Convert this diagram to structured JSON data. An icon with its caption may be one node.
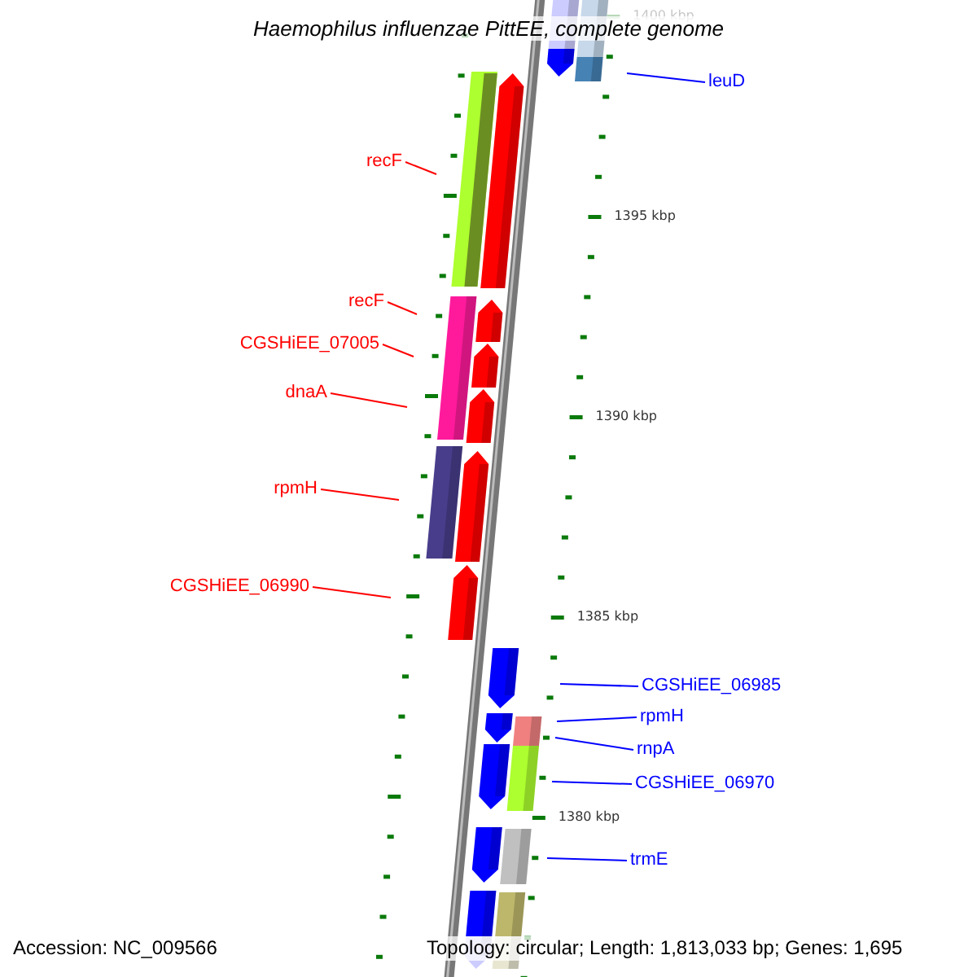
{
  "diagram": {
    "title": "Haemophilus influenzae PittEE, complete genome",
    "nodes": [
      {
        "text": [
          "recF"
        ]
      },
      {
        "text": [
          "recF"
        ]
      },
      {
        "text": [
          "CGSHiEE_07005"
        ]
      },
      {
        "text": [
          "dnaA"
        ]
      },
      {
        "text": [
          "rpmH"
        ]
      },
      {
        "text": [
          "CGSHiEE_06990"
        ]
      },
      {
        "text": [
          "leuD"
        ]
      },
      {
        "text": [
          "CGSHiEE_06985"
        ]
      },
      {
        "text": [
          "rpmH"
        ]
      },
      {
        "text": [
          "rnpA"
        ]
      },
      {
        "text": [
          "CGSHiEE_06970"
        ]
      },
      {
        "text": [
          "trmE"
        ]
      }
    ],
    "edges": [
      {
        "from": 0,
        "to": null,
        "arrow": "none"
      },
      {
        "from": 1,
        "to": null,
        "arrow": "none"
      },
      {
        "from": 2,
        "to": null,
        "arrow": "none"
      },
      {
        "from": 3,
        "to": null,
        "arrow": "none"
      },
      {
        "from": 4,
        "to": null,
        "arrow": "none"
      },
      {
        "from": 5,
        "to": null,
        "arrow": "none"
      },
      {
        "from": 6,
        "to": null,
        "arrow": "none",
        "color": "#0000ff"
      },
      {
        "from": 7,
        "to": null,
        "arrow": "none",
        "color": "#0000ff"
      },
      {
        "from": 8,
        "to": null,
        "arrow": "none",
        "color": "#0000ff"
      },
      {
        "from": 9,
        "to": null,
        "arrow": "none",
        "color": "#0000ff"
      },
      {
        "from": 10,
        "to": null,
        "arrow": "none",
        "color": "#0000ff"
      },
      {
        "from": 11,
        "to": null,
        "arrow": "none",
        "color": "#0000ff"
      }
    ],
    "labels": [
      "1400 kbp",
      "1395 kbp",
      "1390 kbp",
      "1385 kbp",
      "1380 kbp",
      "Accession: NC_009566",
      "Topology: circular; Length: 1,813,033 bp; Genes: 1,695"
    ]
  }
}
